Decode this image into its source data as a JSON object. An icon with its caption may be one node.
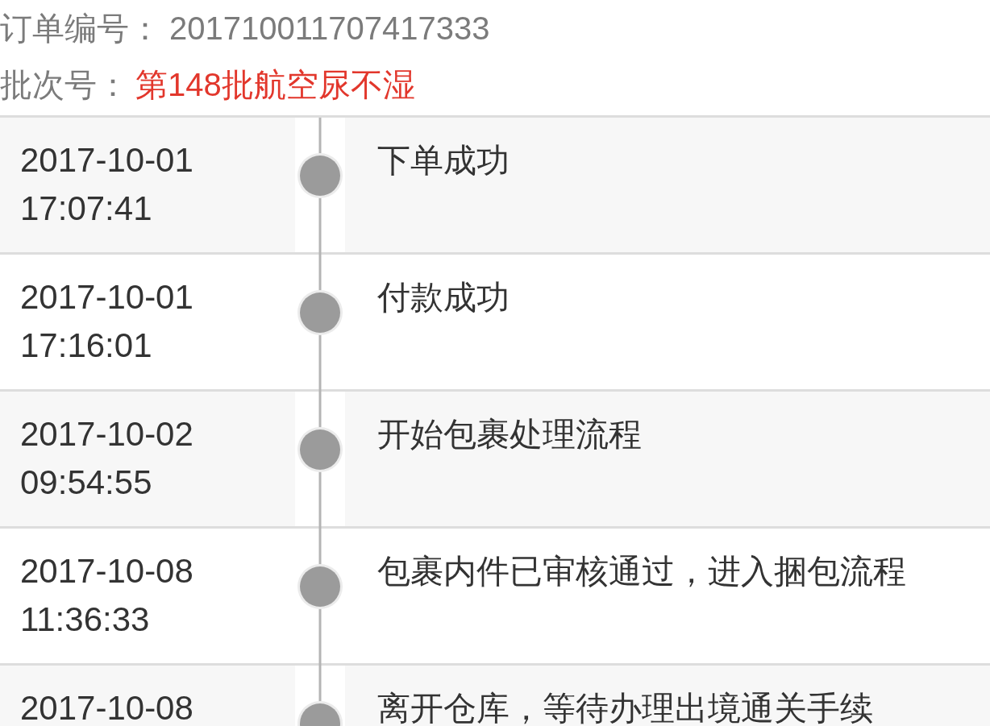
{
  "diagram": {
    "nodes": [
      {
        "text": [
          "2017-10-01 17:07:41",
          "下单成功"
        ]
      },
      {
        "text": [],
        "shape": "circle",
        "in": 0
      },
      {
        "text": [
          "2017-10-01 17:16:01",
          "付款成功"
        ]
      },
      {
        "text": [],
        "shape": "circle",
        "in": 2
      },
      {
        "text": [
          "2017-10-02 09:54:55",
          "开始包裹处理流程"
        ]
      },
      {
        "text": [],
        "shape": "circle",
        "in": 4
      },
      {
        "text": [
          "2017-10-08 11:36:33",
          "包裹内件已审核通过，进入捆包流程"
        ]
      },
      {
        "text": [],
        "shape": "circle",
        "in": 6
      },
      {
        "text": [
          "2017-10-08",
          "离开仓库，等待办理出境通关手续"
        ]
      },
      {
        "text": [],
        "shape": "circle",
        "in": 8
      }
    ],
    "edges": [
      {
        "from": null,
        "to": 1,
        "arrow": "none"
      },
      {
        "from": 1,
        "to": 3,
        "arrow": "none"
      },
      {
        "from": 3,
        "to": 5,
        "arrow": "none"
      },
      {
        "from": 5,
        "to": 7,
        "arrow": "none"
      },
      {
        "from": 7,
        "to": 9,
        "arrow": "none"
      }
    ],
    "labels": [
      "订单编号：",
      "201710011707417333",
      "批次号：",
      "第148批航空尿不湿"
    ]
  }
}
